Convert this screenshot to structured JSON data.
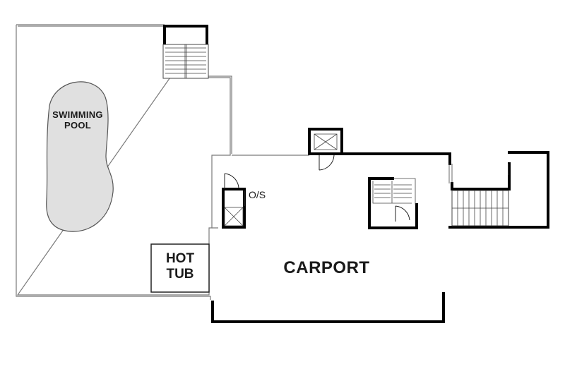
{
  "labels": {
    "pool": "SWIMMING POOL",
    "hot_tub": "HOT TUB",
    "outside_storage": "O/S",
    "carport": "CARPORT"
  },
  "colors": {
    "pool_fill": "#e0e0e0",
    "wall": "#000000",
    "outline": "#7a7a7a"
  }
}
